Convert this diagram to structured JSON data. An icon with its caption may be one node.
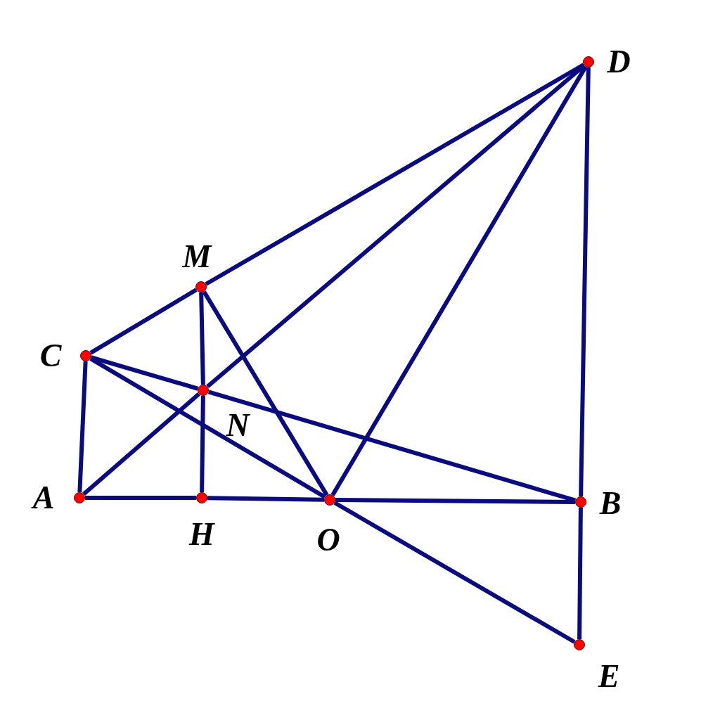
{
  "diagram": {
    "nodes": [
      {
        "text": [
          "D"
        ]
      },
      {
        "text": [
          "M"
        ]
      },
      {
        "text": [
          "C"
        ]
      },
      {
        "text": [
          "N"
        ]
      },
      {
        "text": [
          "A"
        ]
      },
      {
        "text": [
          "H"
        ]
      },
      {
        "text": [
          "O"
        ]
      },
      {
        "text": [
          "B"
        ]
      },
      {
        "text": [
          "E"
        ]
      }
    ],
    "edges": [
      {
        "from": 4,
        "to": 5,
        "arrow": "none"
      },
      {
        "from": 5,
        "to": 6,
        "arrow": "none"
      },
      {
        "from": 6,
        "to": 7,
        "arrow": "none"
      },
      {
        "from": 2,
        "to": 4,
        "arrow": "none"
      },
      {
        "from": 2,
        "to": 1,
        "arrow": "none"
      },
      {
        "from": 1,
        "to": 0,
        "arrow": "none"
      },
      {
        "from": 4,
        "to": 3,
        "arrow": "none"
      },
      {
        "from": 3,
        "to": 0,
        "arrow": "none"
      },
      {
        "from": 2,
        "to": 3,
        "arrow": "none"
      },
      {
        "from": 3,
        "to": 7,
        "arrow": "none"
      },
      {
        "from": 1,
        "to": 3,
        "arrow": "none"
      },
      {
        "from": 3,
        "to": 5,
        "arrow": "none"
      },
      {
        "from": 1,
        "to": 6,
        "arrow": "none"
      },
      {
        "from": 2,
        "to": 6,
        "arrow": "none"
      },
      {
        "from": 6,
        "to": 8,
        "arrow": "none"
      },
      {
        "from": 6,
        "to": 0,
        "arrow": "none"
      },
      {
        "from": 0,
        "to": 7,
        "arrow": "none"
      },
      {
        "from": 7,
        "to": 8,
        "arrow": "none"
      }
    ]
  }
}
